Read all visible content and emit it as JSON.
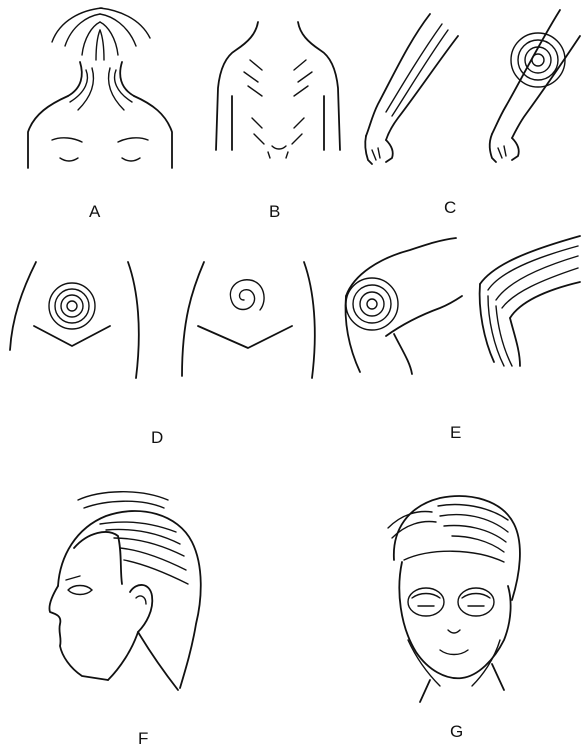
{
  "panels": [
    {
      "id": "A",
      "label": "A",
      "subject": "neck-and-shoulders"
    },
    {
      "id": "B",
      "label": "B",
      "subject": "back"
    },
    {
      "id": "C",
      "label": "C",
      "subject": "arm"
    },
    {
      "id": "D",
      "label": "D",
      "subject": "abdomen"
    },
    {
      "id": "E",
      "label": "E",
      "subject": "knee"
    },
    {
      "id": "F",
      "label": "F",
      "subject": "head-profile"
    },
    {
      "id": "G",
      "label": "G",
      "subject": "face-front"
    }
  ]
}
